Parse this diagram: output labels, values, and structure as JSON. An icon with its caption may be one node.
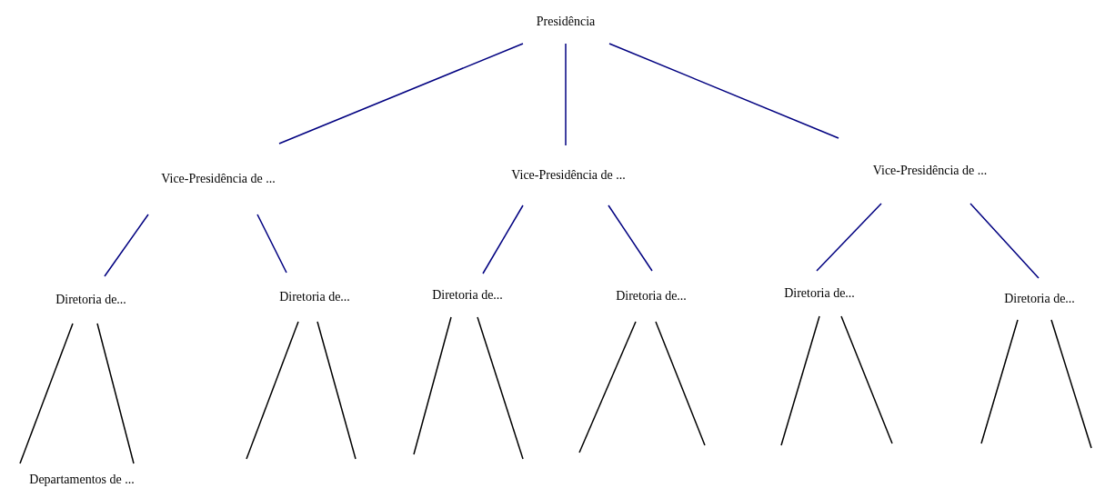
{
  "diagram": {
    "nodes": [
      {
        "text": [
          "Presidência"
        ]
      },
      {
        "text": [
          "Vice-Presidência de ..."
        ]
      },
      {
        "text": [
          "Vice-Presidência de ..."
        ]
      },
      {
        "text": [
          "Vice-Presidência de ..."
        ]
      },
      {
        "text": [
          "Diretoria de..."
        ]
      },
      {
        "text": [
          "Diretoria de..."
        ]
      },
      {
        "text": [
          "Diretoria de..."
        ]
      },
      {
        "text": [
          "Diretoria de..."
        ]
      },
      {
        "text": [
          "Diretoria de..."
        ]
      },
      {
        "text": [
          "Diretoria de..."
        ]
      },
      {
        "text": [
          "Departamentos de ..."
        ]
      }
    ],
    "edges": [
      {
        "from": 0,
        "to": 1,
        "arrow": "none",
        "color": "#000080"
      },
      {
        "from": 0,
        "to": 2,
        "arrow": "none",
        "color": "#000080"
      },
      {
        "from": 0,
        "to": 3,
        "arrow": "none",
        "color": "#000080"
      },
      {
        "from": 1,
        "to": 4,
        "arrow": "none",
        "color": "#000080"
      },
      {
        "from": 1,
        "to": 5,
        "arrow": "none",
        "color": "#000080"
      },
      {
        "from": 2,
        "to": 6,
        "arrow": "none",
        "color": "#000080"
      },
      {
        "from": 2,
        "to": 7,
        "arrow": "none",
        "color": "#000080"
      },
      {
        "from": 3,
        "to": 8,
        "arrow": "none",
        "color": "#000080"
      },
      {
        "from": 3,
        "to": 9,
        "arrow": "none",
        "color": "#000080"
      },
      {
        "from": 4,
        "to": 10,
        "arrow": "none"
      },
      {
        "from": 4,
        "to": 10,
        "arrow": "none"
      },
      {
        "from": 5,
        "to": null,
        "arrow": "none"
      },
      {
        "from": 5,
        "to": null,
        "arrow": "none"
      },
      {
        "from": 6,
        "to": null,
        "arrow": "none"
      },
      {
        "from": 6,
        "to": null,
        "arrow": "none"
      },
      {
        "from": 7,
        "to": null,
        "arrow": "none"
      },
      {
        "from": 7,
        "to": null,
        "arrow": "none"
      },
      {
        "from": 8,
        "to": null,
        "arrow": "none"
      },
      {
        "from": 8,
        "to": null,
        "arrow": "none"
      },
      {
        "from": 9,
        "to": null,
        "arrow": "none"
      },
      {
        "from": 9,
        "to": null,
        "arrow": "none"
      }
    ]
  }
}
